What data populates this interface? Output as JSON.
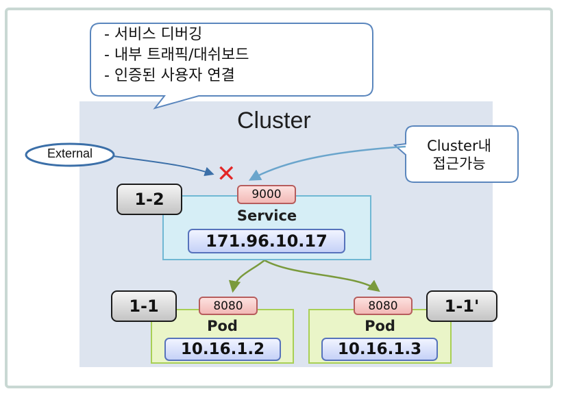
{
  "callout": {
    "lines": [
      "- 서비스 디버깅",
      "- 내부 트래픽/대쉬보드",
      "- 인증된 사용자 연결"
    ]
  },
  "cluster": {
    "title": "Cluster"
  },
  "cluster_note": {
    "line1": "Cluster내",
    "line2": "접근가능"
  },
  "external": {
    "label": "External"
  },
  "blocked_mark": "✕",
  "service": {
    "step": "1-2",
    "port": "9000",
    "label": "Service",
    "ip": "171.96.10.17"
  },
  "pods": [
    {
      "step": "1-1",
      "port": "8080",
      "label": "Pod",
      "ip": "10.16.1.2"
    },
    {
      "step": "1-1'",
      "port": "8080",
      "label": "Pod",
      "ip": "10.16.1.3"
    }
  ],
  "colors": {
    "cluster_bg": "#dde4ef",
    "service_fill": "#d6eef6",
    "pod_fill": "#eaf5c8",
    "port_fill": "#f2b9b6",
    "ip_fill": "#c5d1f7",
    "arrow_external": "#3b6fa8",
    "arrow_internal": "#6aa5cc",
    "arrow_pod": "#7a9a3c",
    "blocked": "#e32626"
  }
}
